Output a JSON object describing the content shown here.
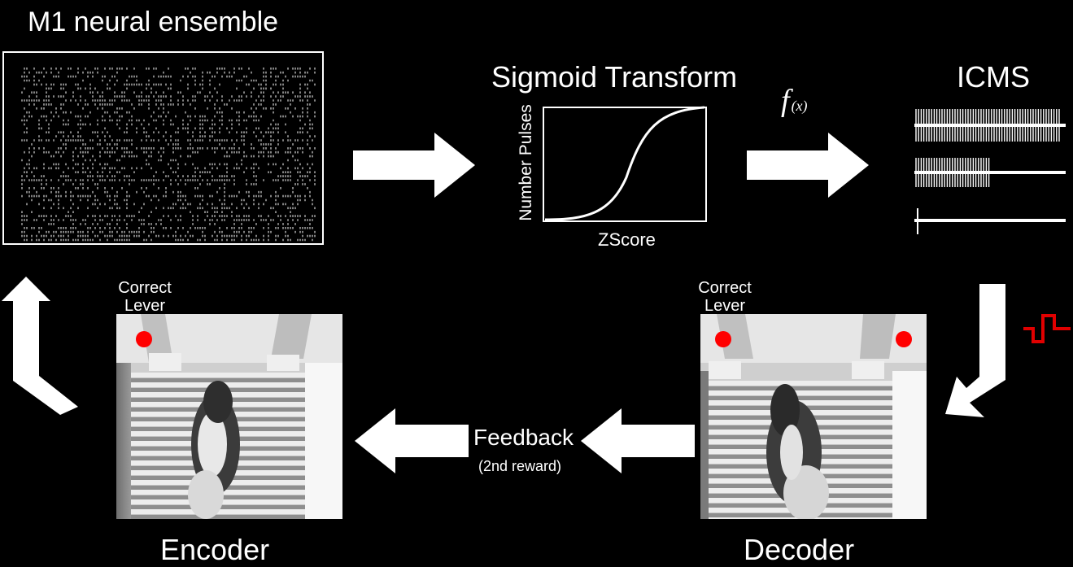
{
  "titles": {
    "m1": "M1 neural ensemble",
    "sigmoid": "Sigmoid Transform",
    "icms": "ICMS",
    "encoder": "Encoder",
    "decoder": "Decoder"
  },
  "sigmoid_plot": {
    "ylabel": "Number Pulses",
    "xlabel": "ZScore"
  },
  "function_label": {
    "f": "f",
    "x": "(x)"
  },
  "encoder_panel": {
    "lever_line1": "Correct",
    "lever_line2": "Lever"
  },
  "decoder_panel": {
    "lever_line1": "Correct",
    "lever_line2": "Lever"
  },
  "feedback": {
    "label": "Feedback",
    "sublabel": "(2nd reward)"
  },
  "colors": {
    "background": "#000000",
    "foreground": "#ffffff",
    "lever_dot": "#ff0000",
    "pulse_icon": "#e00000"
  },
  "icons": {
    "pulse": "square-pulse-icon"
  }
}
